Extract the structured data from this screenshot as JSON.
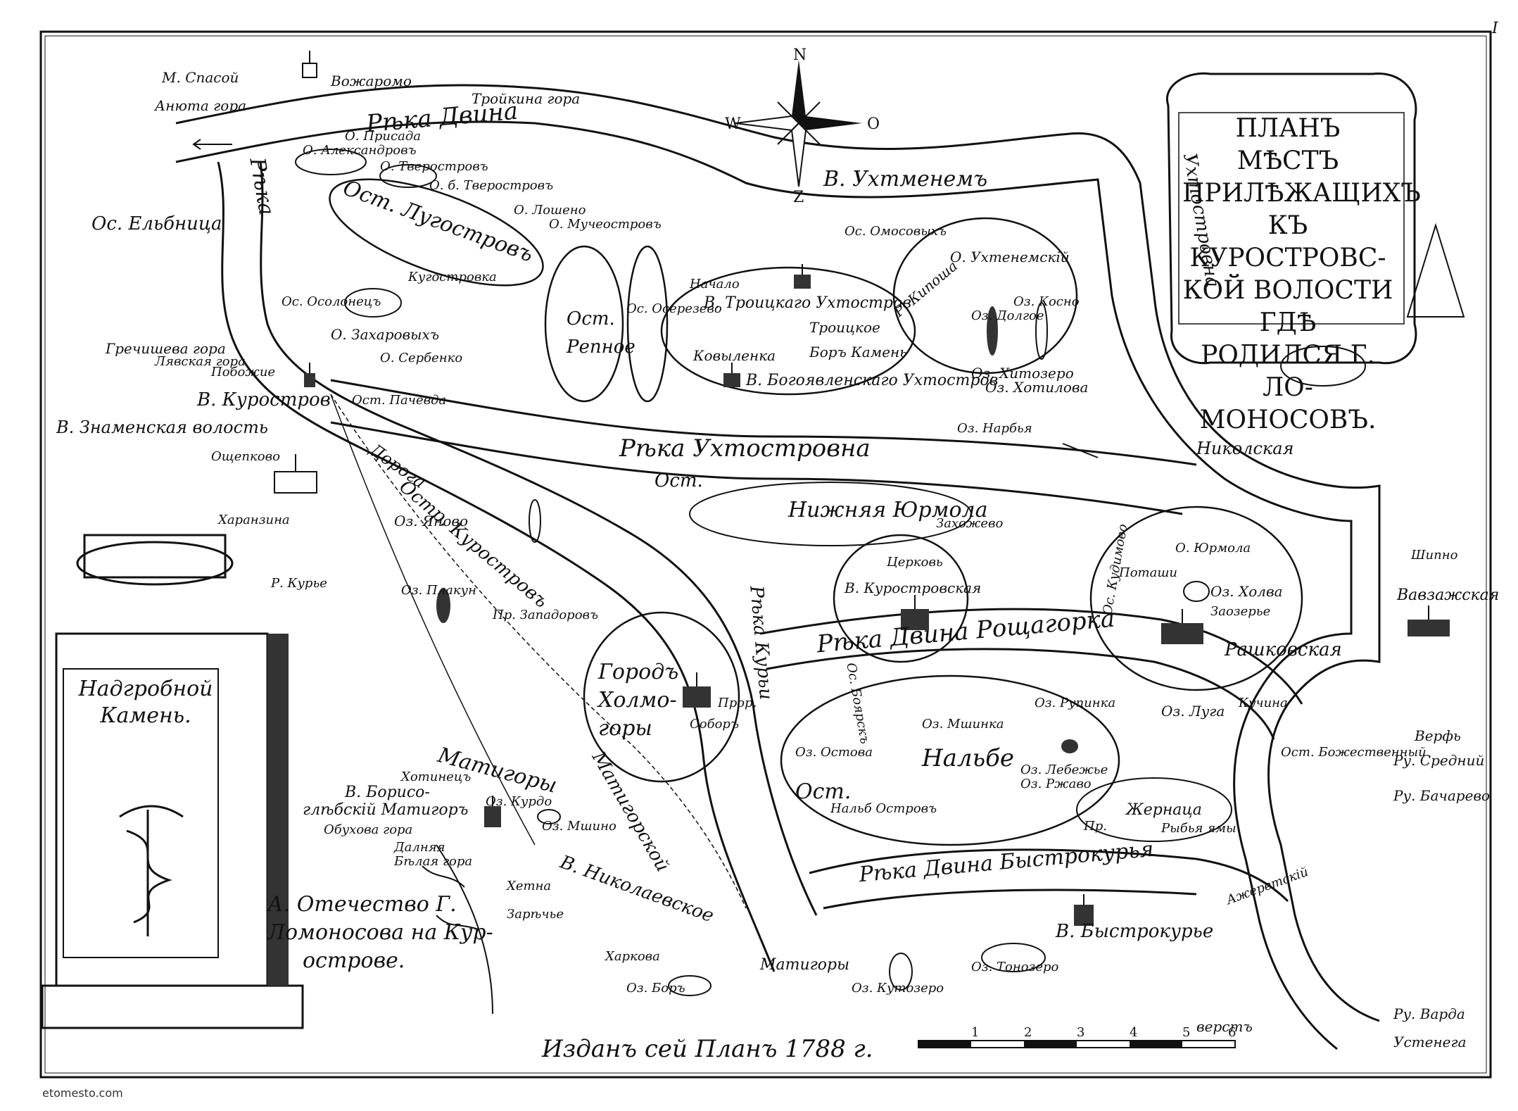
{
  "title": {
    "lines": [
      "ПЛАНЪ МѢСТЪ",
      "ПРИЛѢЖАЩИХЪ",
      "КЪ КУРОСТРОВС-",
      "КОЙ ВОЛОСТИ ГДѢ",
      "РОДИЛСЯ Г. ЛО-",
      "МОНОСОВЪ."
    ]
  },
  "page_number": "I",
  "compass": {
    "n": "N",
    "s": "Z",
    "w": "W",
    "e": "O"
  },
  "tombstone": {
    "lines": [
      "Надгробной",
      "Камень."
    ]
  },
  "legend_note": {
    "lines": [
      "А. Отечество Г.",
      "Ломоносова на Кур-",
      "острове."
    ]
  },
  "publication": "Изданъ сей Планъ 1788 г.",
  "scale": {
    "ticks": [
      "1",
      "2",
      "3",
      "4",
      "5",
      "6"
    ],
    "unit": "верстъ"
  },
  "watermark": "etomesto.com",
  "places": {
    "spasoy": "М. Спасой",
    "anyuta": "Анюта гора",
    "vozharomo": "Вожаромо",
    "troyka": "Тройкина гора",
    "prisada": "О. Присада",
    "aleksandrov": "О. Александровъ",
    "tverostrov": "О. Тверостровъ",
    "b_tverostrov": "О. б. Тверостровъ",
    "losheno": "О. Лошено",
    "mucheostrov": "О. Мучеостровъ",
    "elbnitsa": "Ос. Ельбница",
    "osolonets": "Ос. Осолонецъ",
    "kugostrovka": "Кугостровка",
    "zakharov": "О. Захаровыхъ",
    "serbenko": "О. Сербенко",
    "grechikha": "Гречишева гора",
    "lavska": "Лявская гора",
    "pobozhie": "Побожие",
    "kurostrov_v": "В. Куростров",
    "znam": "В. Знаменская волость",
    "ostpev": "Ост. Пачевда",
    "oshchepkovo": "Ощепково",
    "kharanzina": "Харанзина",
    "r_kurye": "Р. Курье",
    "troitskoe": "В. Троицкаго Ухтостров",
    "troitskoe_head": "Начало",
    "troitsa": "Троицкое",
    "bor_kamen": "Боръ Камень",
    "kovylenka": "Ковыленка",
    "bogoyavl": "В. Богоявленскаго Ухтостров",
    "ost_repnoe_1": "Ост.",
    "ost_repnoe_2": "Репное",
    "oserezhev": "Ос. Осерезево",
    "ost_lugostrov": "Ост. Лугостровъ",
    "vukhtmenem": "В. Ухтменемъ",
    "omosov": "Ос. Омосовыхъ",
    "ukhtenems": "О. Ухтенемскій",
    "oz_dolgoe": "Оз. Долгое",
    "oz_kosno": "Оз. Косно",
    "oz_khitozero": "Оз. Хитозеро",
    "oz_khotilova": "Оз. Хотилова",
    "oz_narbya": "Оз. Нарбья",
    "r_kiposha": "Р. Кипоша",
    "ukhtostrovna": "Ухтостровна",
    "rechka_ukhtostrov": "Рѣка Ухтостровна",
    "nikolskaya": "Николская",
    "nizhn_yur": "Нижняя Юрмола",
    "ost_nizh": "Ост.",
    "oz_yanovo": "Оз. Яново",
    "doroga": "Дорога",
    "ost_kurostrov": "Остр. Куростровъ",
    "oz_plakun": "Оз. Плакун",
    "pr_zapadorov": "Пр. Западоровъ",
    "kurostrovskaya": "В. Куростровская",
    "kurostrovskaya_church": "Церковь",
    "gorod_khol": "Городъ",
    "gorod_khol2": "Холмо-",
    "gorod_khol3": "горы",
    "sobor": "Соборъ",
    "r_bolshaya_kurya": "Рѣка Двина Рощагорка",
    "matigory_r": "Матигоры",
    "oz_mshinka": "Оз. Мшинка",
    "oz_ostov": "Оз. Остова",
    "oz_rupinka": "Оз. Рупинка",
    "nalbe": "Нальбе",
    "ost_nalbe": "Ост.",
    "nalbe_ostr": "Нальб Островъ",
    "oz_luga": "Оз. Луга",
    "oz_lebezh": "Оз. Лебежье",
    "oz_rzhavo": "Оз. Ржаво",
    "zhernatsa": "Жернаца",
    "ryb_yamy": "Рыбья ямы",
    "pr_r": "Пр.",
    "bolshoy_dvina": "Рѣка Двина Быстрокурья",
    "ost_bozh": "Ост. Божественный",
    "vavazhsk": "Вавзажская",
    "verf": "Верфь",
    "ru_sredn": "Ру. Средний",
    "ru_bacharevo": "Ру. Бачарево",
    "ru_varda": "Ру. Варда",
    "usting": "Устенега",
    "shipno": "Шипно",
    "oz_kholva": "Оз. Холва",
    "zaozerye": "Заозерье",
    "rashkovo": "Рашковская",
    "kuchina": "Кучина",
    "o_yurmola": "О. Юрмола",
    "potashi": "Поташи",
    "zakhozhevo": "Захожево",
    "o_boyarsk": "Ос. Боярскъ",
    "o_kudimovo": "Ос. Кудимово",
    "khotinets": "Хотинецъ",
    "borisogl": "В. Борисо-",
    "borisogl2": "глѣбскій Матигоръ",
    "obukhova": "Обухова гора",
    "dalnyaya": "Далняя",
    "belaya_gora": "Бѣлая гора",
    "oz_kurdyo": "Оз. Курдо",
    "oz_mshino": "Оз. Мшино",
    "khetna": "Хетна",
    "zarechye": "Зарѣчье",
    "nikolaevskoe": "В. Николаевское",
    "kharkovo": "Харкова",
    "oz_bor": "Оз. Боръ",
    "matigorov": "Матигоры",
    "oz_kutozero": "Оз. Кутозеро",
    "oz_tonozero": "Оз. Тонозеро",
    "v_bystrokurye": "В. Быстрокурье",
    "azer": "Ажеретскій",
    "matigorskoe": "Матигорской",
    "tonkoe_kurye": "Рѣка Курьи",
    "dvina_top": "Рѣка Двина",
    "r_dvina_left": "Рѣка",
    "pr_zakhar": "Прор."
  }
}
